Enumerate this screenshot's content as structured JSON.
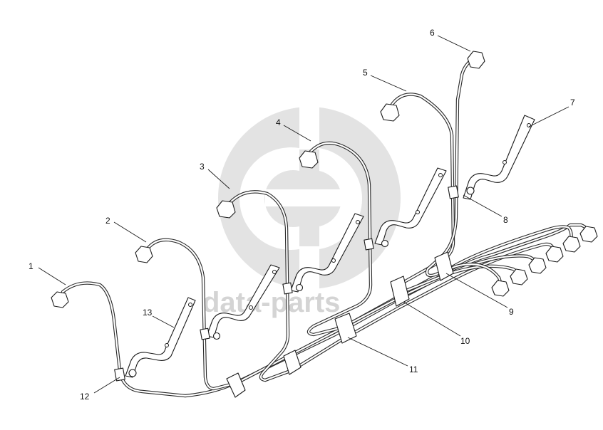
{
  "watermark": {
    "text": "data-parts",
    "color": "#d4d4d4"
  },
  "callouts": [
    {
      "id": "1",
      "label": "1"
    },
    {
      "id": "2",
      "label": "2"
    },
    {
      "id": "3",
      "label": "3"
    },
    {
      "id": "4",
      "label": "4"
    },
    {
      "id": "5",
      "label": "5"
    },
    {
      "id": "6",
      "label": "6"
    },
    {
      "id": "7",
      "label": "7"
    },
    {
      "id": "8",
      "label": "8"
    },
    {
      "id": "9",
      "label": "9"
    },
    {
      "id": "10",
      "label": "10"
    },
    {
      "id": "11",
      "label": "11"
    },
    {
      "id": "12",
      "label": "12"
    },
    {
      "id": "13",
      "label": "13"
    }
  ],
  "colors": {
    "line": "#1a1a1a",
    "background": "#ffffff",
    "watermark": "#d4d4d4"
  }
}
